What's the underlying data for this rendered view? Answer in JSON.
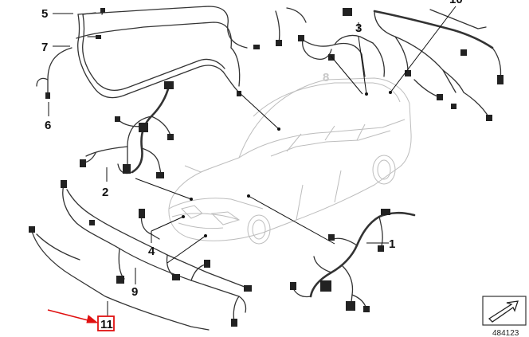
{
  "callouts": {
    "c1": "1",
    "c2": "2",
    "c3": "3",
    "c4": "4",
    "c5": "5",
    "c6": "6",
    "c7": "7",
    "c8": "8",
    "c9": "9",
    "c10": "10",
    "c11": "11"
  },
  "highlighted_callout": "11",
  "document_number": "484123",
  "colors": {
    "highlight": "#e01010",
    "harness": "#333333",
    "car_outline": "#bdbdbd"
  },
  "icons": {
    "bookmark": "arrow-in-box-icon"
  }
}
